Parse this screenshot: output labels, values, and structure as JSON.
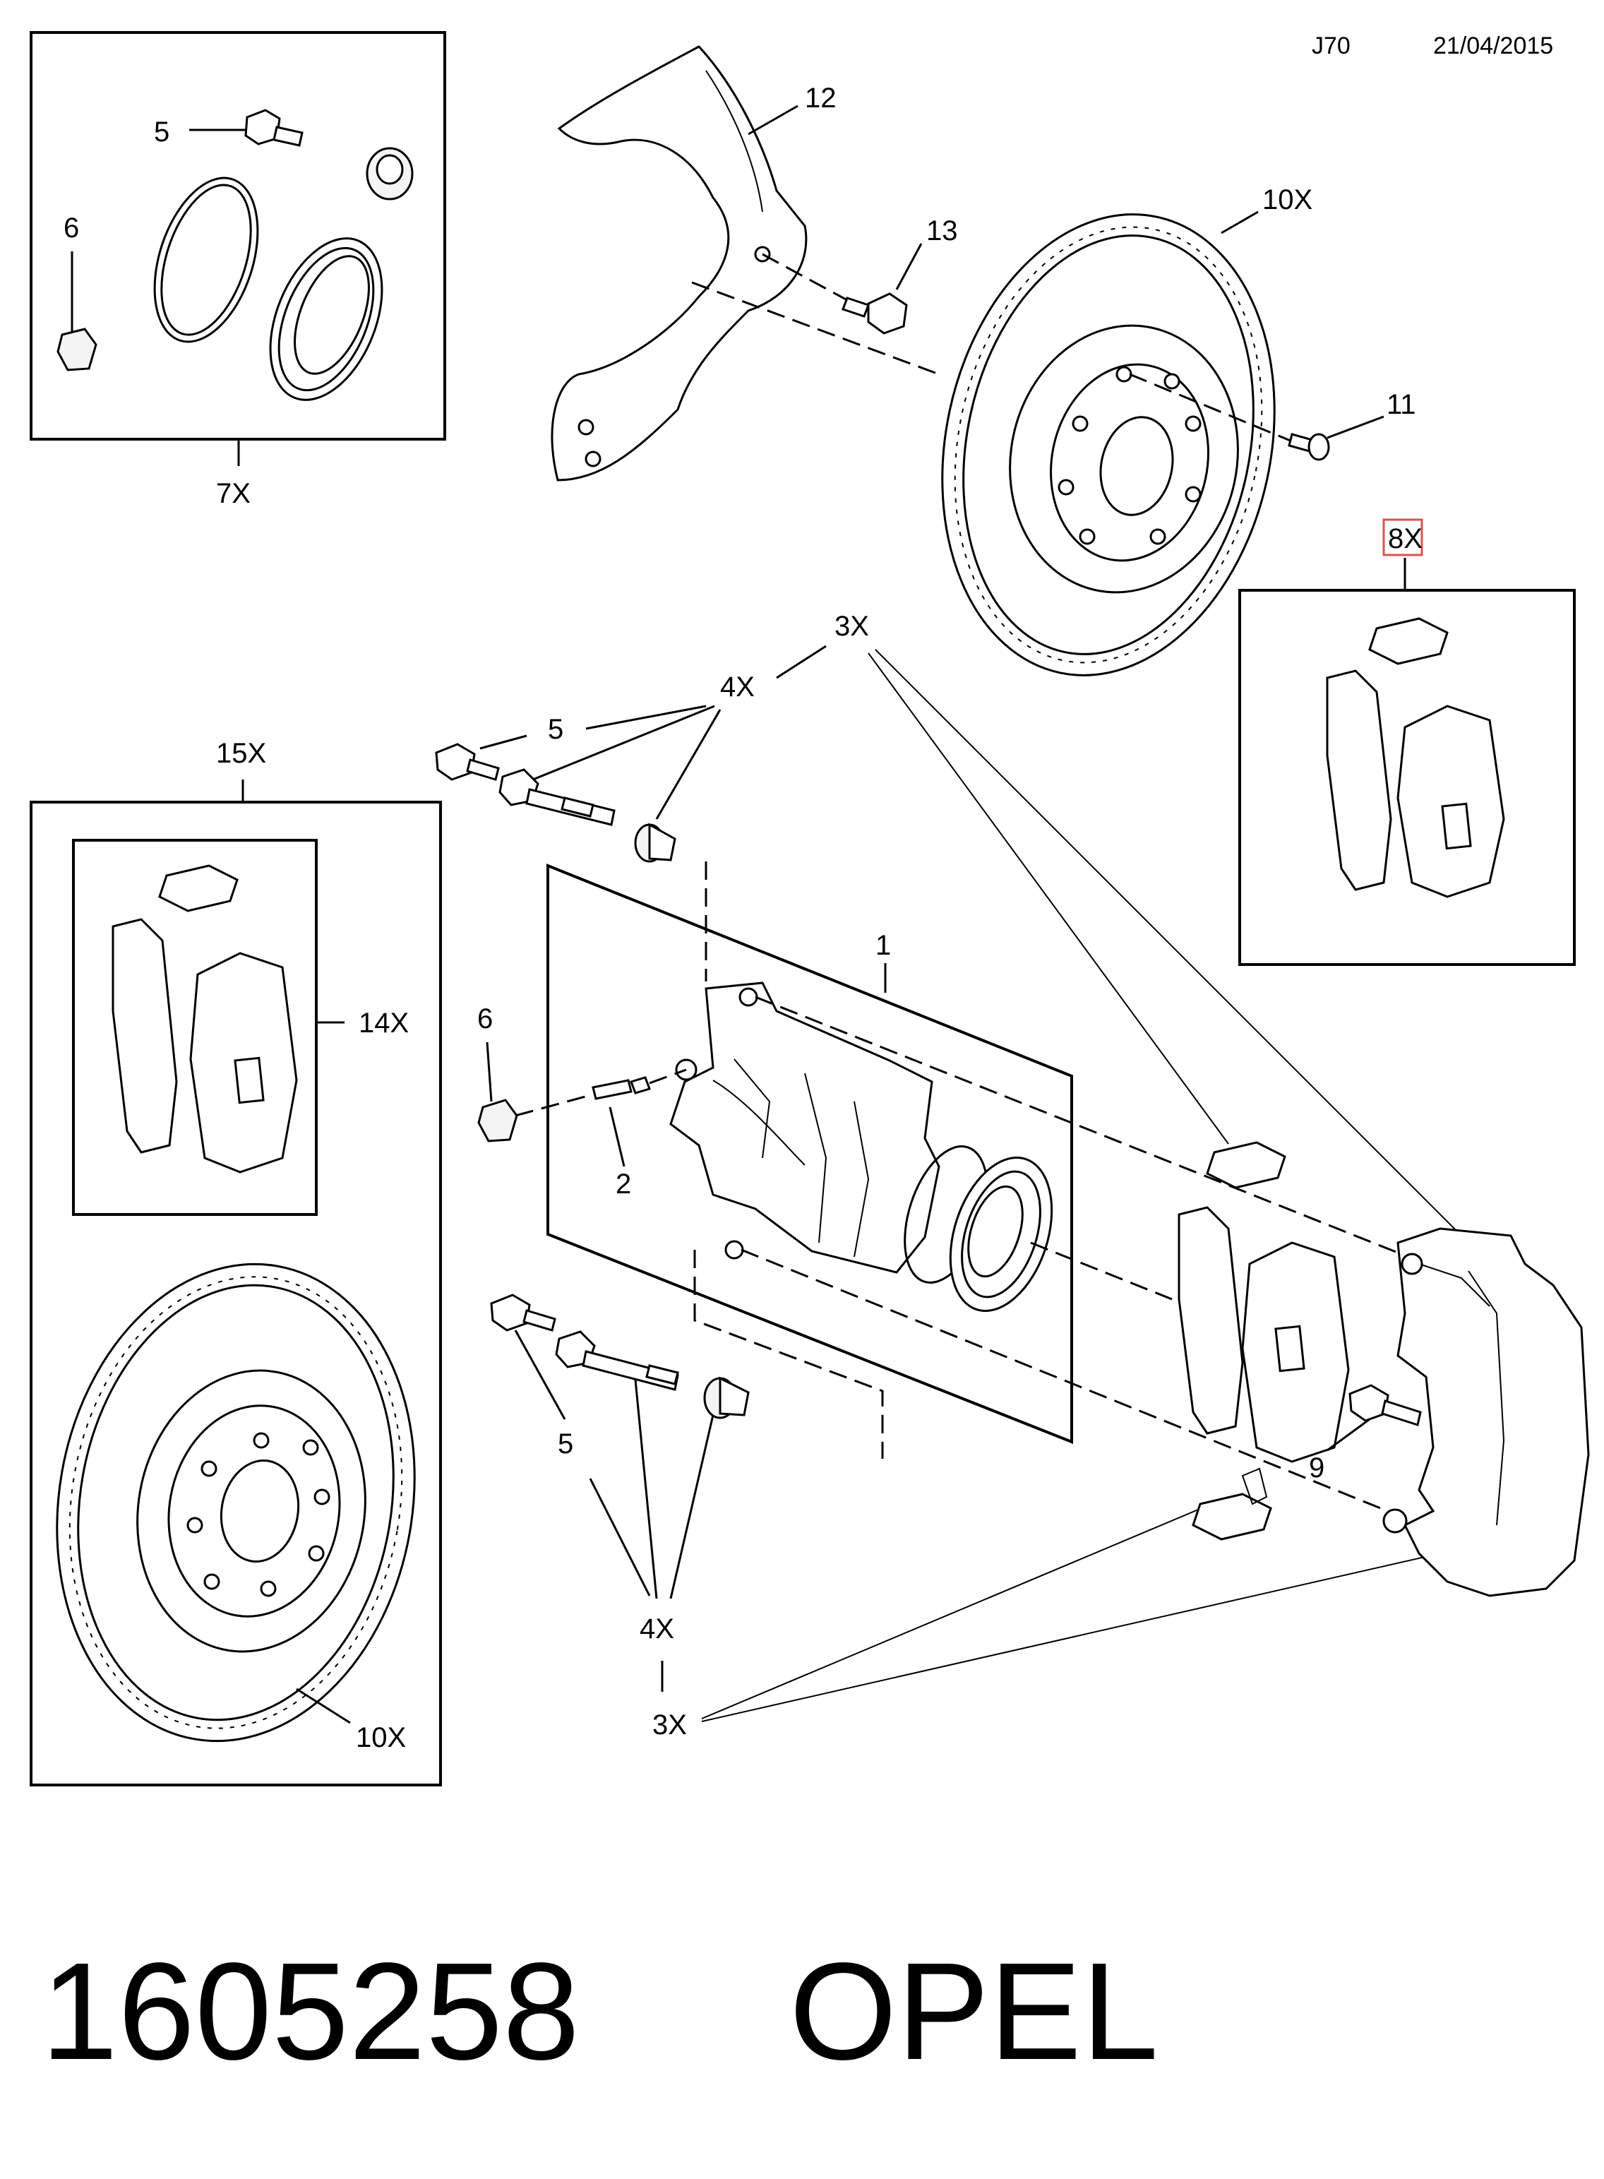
{
  "header": {
    "code": "J70",
    "date": "21/04/2015"
  },
  "footer": {
    "part_number": "1605258",
    "brand": "OPEL"
  },
  "callouts": {
    "c1": "1",
    "c2": "2",
    "c3a": "3X",
    "c3b": "3X",
    "c4a": "4X",
    "c4b": "4X",
    "c5a": "5",
    "c5b": "5",
    "c5c": "5",
    "c6a": "6",
    "c6b": "6",
    "c7": "7X",
    "c8": "8X",
    "c9": "9",
    "c10a": "10X",
    "c10b": "10X",
    "c11": "11",
    "c12": "12",
    "c13": "13",
    "c14": "14X",
    "c15": "15X"
  },
  "highlight_color": "#d9534f"
}
